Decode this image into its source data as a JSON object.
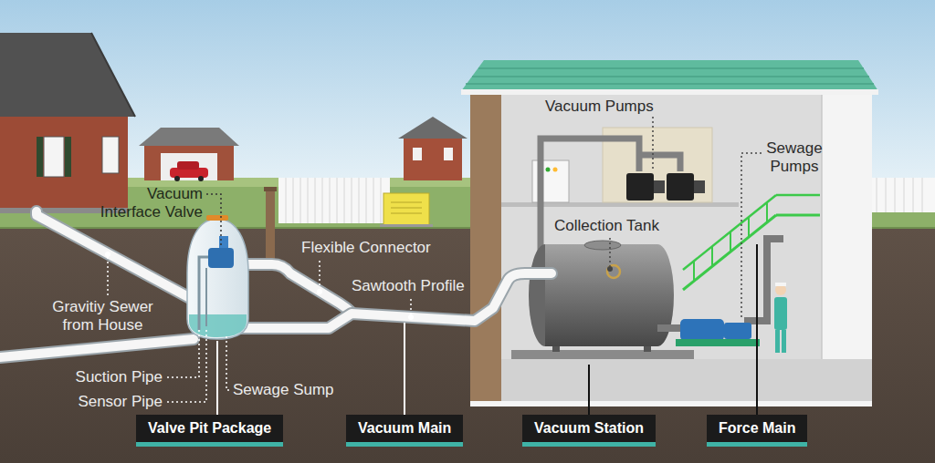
{
  "diagram": {
    "nodes": [
      {
        "text": [
          "Valve Pit Package"
        ]
      },
      {
        "text": [
          "Vacuum Main"
        ]
      },
      {
        "text": [
          "Vacuum Station"
        ]
      },
      {
        "text": [
          "Force Main"
        ]
      }
    ],
    "labels": [
      "Vacuum Pumps",
      "Sewage Pumps",
      "Collection Tank",
      "Vacuum Interface Valve",
      "Flexible Connector",
      "Sawtooth Profile",
      "Gravitiy Sewer from House",
      "Suction Pipe",
      "Sensor Pipe",
      "Sewage Sump"
    ]
  }
}
